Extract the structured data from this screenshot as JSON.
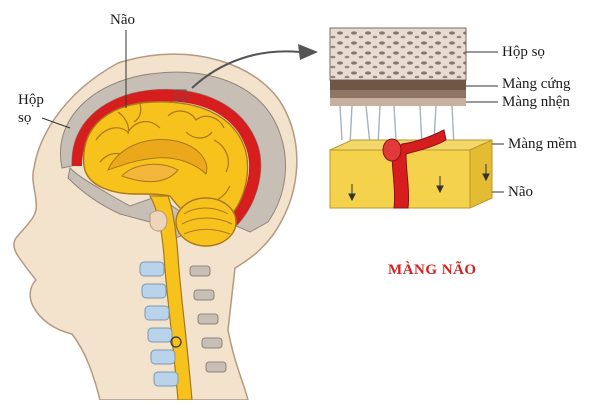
{
  "labels": {
    "nao_top": "Não",
    "hop_so_left_1": "Hộp",
    "hop_so_left_2": "sọ",
    "hop_so_right": "Hộp sọ",
    "mang_cung": "Màng cứng",
    "mang_nhen": "Màng nhện",
    "mang_mem": "Màng mềm",
    "nao_right": "Não"
  },
  "title": "MÀNG NÃO",
  "colors": {
    "skin": "#f3e2cc",
    "skin_outline": "#b59a80",
    "brain": "#f7c21c",
    "brain_outline": "#a8781a",
    "meninges_red": "#d61e1e",
    "bone_gray": "#c7bfb6",
    "spine_blue": "#b9d3ea",
    "title_red": "#d42020"
  }
}
